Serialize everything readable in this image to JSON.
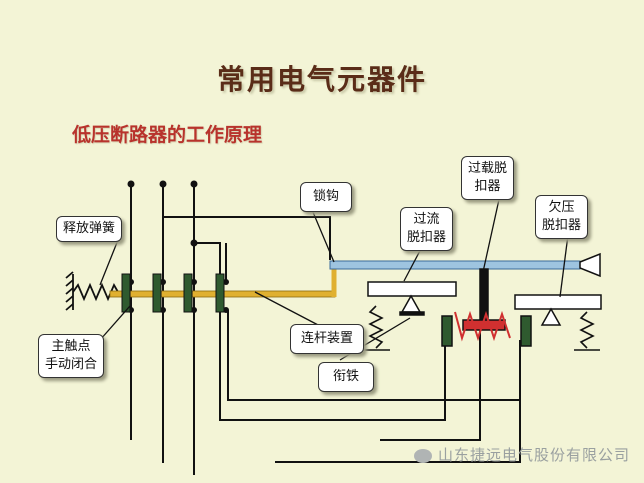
{
  "title": "常用电气元器件",
  "subtitle": "低压断路器的工作原理",
  "labels": {
    "release_spring": "释放弹簧",
    "lock_hook": "锁钩",
    "overcurrent_release": "过流\n脱扣器",
    "overload_release": "过载脱\n扣器",
    "undervoltage_release": "欠压\n脱扣器",
    "main_contact": "主触点\n手动闭合",
    "linkage": "连杆装置",
    "armature": "衔铁"
  },
  "watermark": "山东捷远电气股份有限公司",
  "colors": {
    "background": "#f3f4d6",
    "title": "#5a2c18",
    "subtitle": "#b8332c",
    "bar": "#9ec4e0",
    "rod": "#e0b030",
    "contact": "#2f5a2f",
    "heater": "#d03030"
  }
}
